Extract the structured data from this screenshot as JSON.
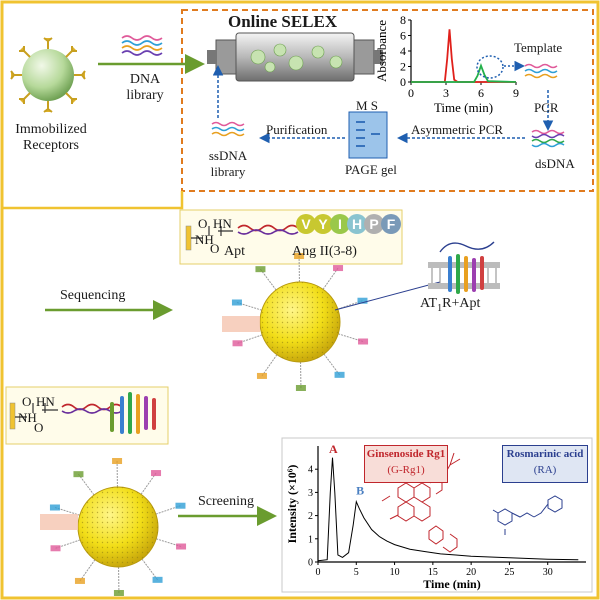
{
  "labels": {
    "immobilized_receptors": "Immobilized Receptors",
    "dna_library": "DNA library",
    "online_selex": "Online SELEX",
    "template": "Template",
    "pcr": "PCR",
    "dsdna": "dsDNA",
    "asymmetric_pcr": "Asymmetric PCR",
    "page_gel": "PAGE gel",
    "gel_lanes": "M S",
    "purification": "Purification",
    "ssdna_library": "ssDNA library",
    "sequencing": "Sequencing",
    "apt": "Apt",
    "ang_ii": "Ang II(3-8)",
    "peptide_residues": [
      "V",
      "Y",
      "I",
      "H",
      "P",
      "F"
    ],
    "at1r_apt": "AT",
    "at1r_sub": "1",
    "at1r_suffix": "R+Apt",
    "screening": "Screening",
    "linker_hn": "HN",
    "linker_nh": "NH",
    "linker_o1": "O",
    "linker_o2": "O"
  },
  "colors": {
    "frame": "#f0c331",
    "selex_box": "#e07b1f",
    "arrow_green": "#6a9c2f",
    "arrow_blue": "#1f5fb0",
    "bead_yellow": "#f5e51a",
    "receptor_bead": "#a8d08d",
    "peak_red": "#e0201b",
    "peak_green": "#23b04a",
    "ginsenoside_red": "#c0262c",
    "rosmarinic_blue": "#2b3f8f"
  },
  "selex_chart": {
    "chart_data": {
      "type": "line",
      "xlabel": "Time (min)",
      "ylabel": "Absorbance",
      "xlim": [
        0,
        9
      ],
      "ylim": [
        0,
        8
      ],
      "xticks": [
        0,
        3,
        6,
        9
      ],
      "yticks": [
        0,
        2,
        4,
        6,
        8
      ],
      "series": [
        {
          "color": "#e0201b",
          "x": [
            0,
            2.9,
            3.1,
            3.3,
            3.5,
            3.7,
            4.0,
            9
          ],
          "y": [
            0,
            0,
            3,
            6.8,
            3,
            0.3,
            0,
            0
          ]
        },
        {
          "color": "#23b04a",
          "x": [
            0,
            5.4,
            5.7,
            6.0,
            6.3,
            6.6,
            9
          ],
          "y": [
            0,
            0,
            0.8,
            2.1,
            0.9,
            0.1,
            0
          ]
        }
      ]
    }
  },
  "screening_chart": {
    "chart_data": {
      "type": "line",
      "xlabel": "Time (min)",
      "ylabel": "Intensity (×10⁶)",
      "xlim": [
        0,
        35
      ],
      "ylim": [
        0,
        5
      ],
      "xticks": [
        0,
        5,
        10,
        15,
        20,
        25,
        30
      ],
      "yticks": [
        0,
        1,
        2,
        3,
        4
      ],
      "series": [
        {
          "color": "#000000",
          "x": [
            0,
            1.2,
            1.6,
            1.9,
            2.2,
            2.6,
            3.2,
            4.0,
            4.6,
            5.0,
            5.4,
            6.0,
            7.0,
            8.0,
            9.0,
            10.0,
            12.0,
            14.0,
            16.0,
            18.0,
            20.0,
            25.0,
            30.0,
            34.0
          ],
          "y": [
            0.05,
            0.1,
            3.0,
            4.5,
            3.0,
            0.3,
            0.2,
            0.4,
            1.6,
            2.6,
            2.3,
            1.9,
            1.4,
            1.1,
            0.9,
            0.75,
            0.55,
            0.45,
            0.35,
            0.3,
            0.25,
            0.18,
            0.12,
            0.1
          ]
        }
      ],
      "annotations": [
        {
          "text": "A",
          "x": 2.0,
          "y": 4.7,
          "color": "#c0262c"
        },
        {
          "text": "B",
          "x": 5.5,
          "y": 2.9,
          "color": "#4a7fc1"
        }
      ],
      "compound_labels": [
        {
          "name": "Ginsenoside Rg1",
          "abbr": "(G-Rg1)",
          "color": "#c0262c"
        },
        {
          "name": "Rosmarinic acid",
          "abbr": "(RA)",
          "color": "#2b3f8f"
        }
      ]
    }
  }
}
